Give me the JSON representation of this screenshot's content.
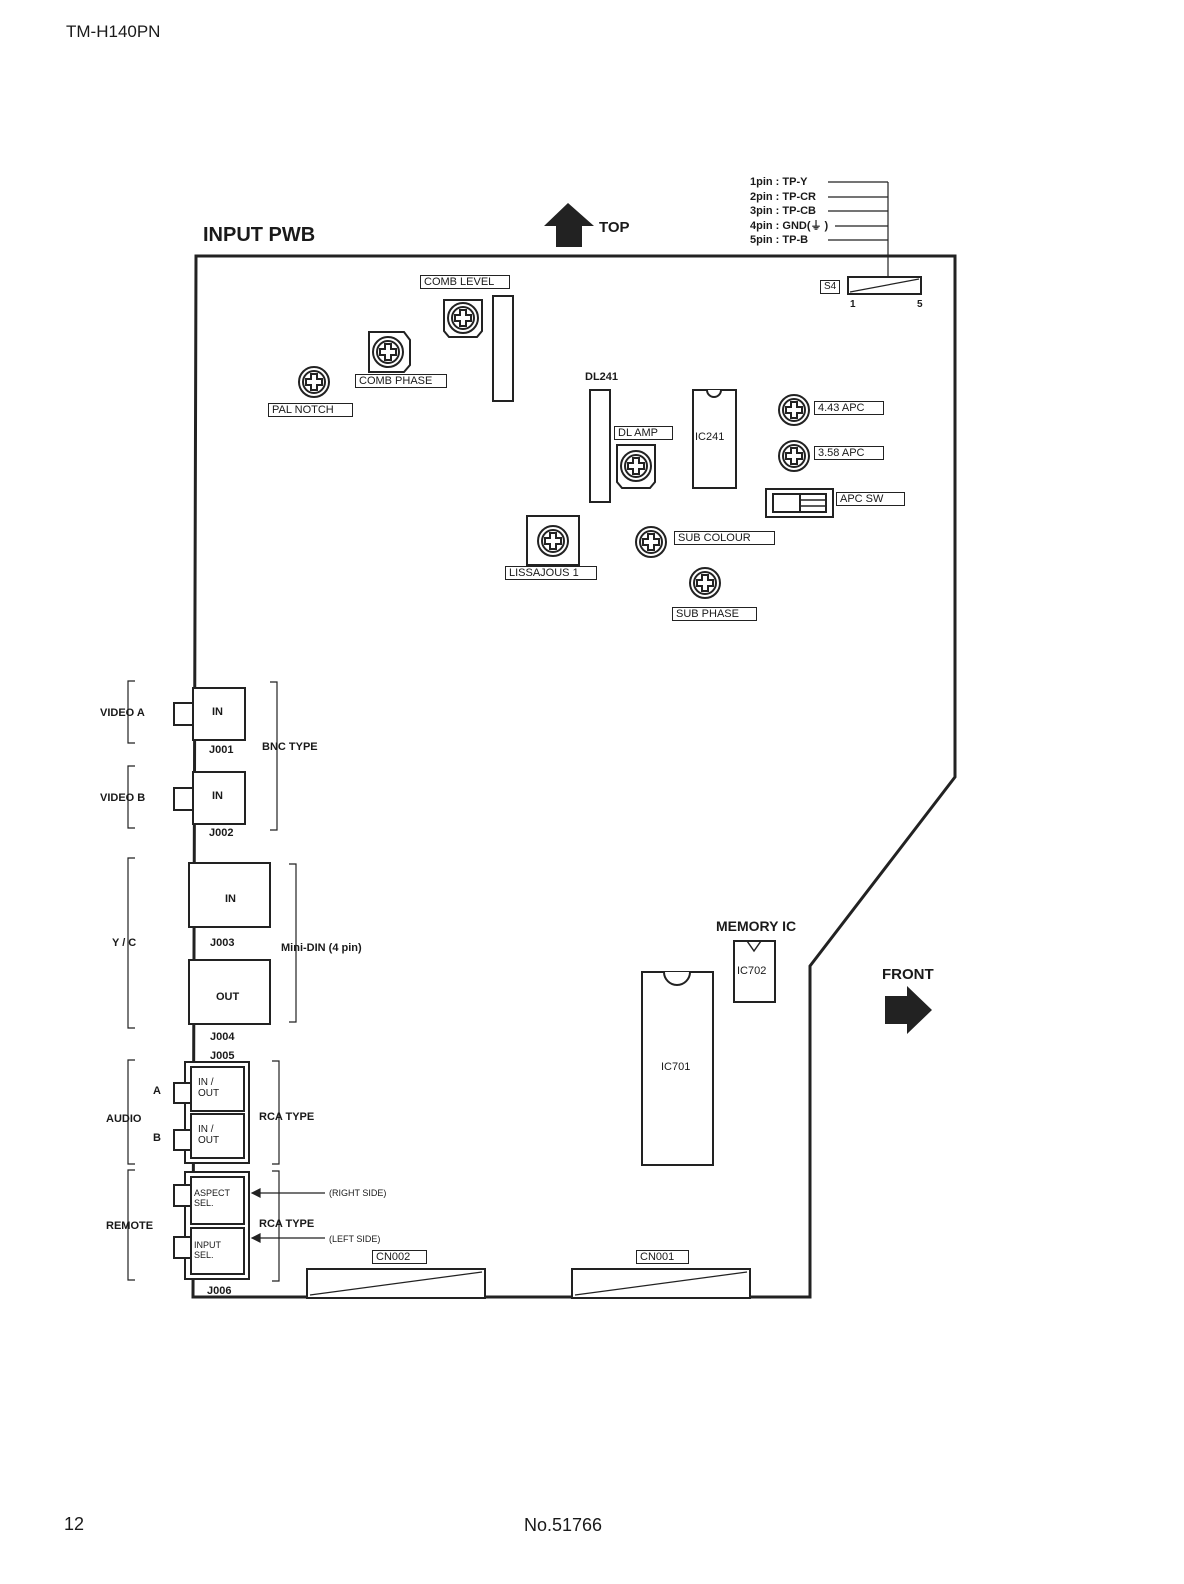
{
  "header": {
    "model": "TM-H140PN"
  },
  "footer": {
    "page_number": "12",
    "doc_number": "No.51766"
  },
  "diagram": {
    "title": "INPUT PWB",
    "orientation": {
      "top": "TOP",
      "front": "FRONT"
    },
    "test_points": {
      "pins": [
        "1pin : TP-Y",
        "2pin : TP-CR",
        "3pin : TP-CB",
        "4pin : GND(⏚ )",
        "5pin : TP-B"
      ],
      "connector": "S4",
      "pin_start": "1",
      "pin_end": "5"
    },
    "controls": {
      "comb_level": "COMB LEVEL",
      "comb_phase": "COMB PHASE",
      "pal_notch": "PAL NOTCH",
      "dl_amp": "DL AMP",
      "apc_443": "4.43 APC",
      "apc_358": "3.58 APC",
      "apc_sw": "APC SW",
      "sub_colour": "SUB COLOUR",
      "lissajous": "LISSAJOUS 1",
      "sub_phase": "SUB PHASE"
    },
    "components": {
      "dl241": "DL241",
      "ic241": "IC241",
      "memory_ic": "MEMORY IC",
      "ic702": "IC702",
      "ic701": "IC701",
      "cn002": "CN002",
      "cn001": "CN001"
    },
    "jacks": {
      "video_a": "VIDEO A",
      "video_b": "VIDEO B",
      "in": "IN",
      "out": "OUT",
      "j001": "J001",
      "j002": "J002",
      "bnc_type": "BNC TYPE",
      "yc": "Y / C",
      "j003": "J003",
      "j004": "J004",
      "mini_din": "Mini-DIN (4 pin)",
      "j005": "J005",
      "audio": "AUDIO",
      "audio_a": "A",
      "audio_b": "B",
      "in_out_1": "IN /",
      "in_out_2": "OUT",
      "rca_type": "RCA TYPE",
      "remote": "REMOTE",
      "aspect_sel_1": "ASPECT",
      "aspect_sel_2": "SEL.",
      "input_sel_1": "INPUT",
      "input_sel_2": "SEL.",
      "right_side": "(RIGHT SIDE)",
      "left_side": "(LEFT SIDE)",
      "j006": "J006"
    }
  }
}
